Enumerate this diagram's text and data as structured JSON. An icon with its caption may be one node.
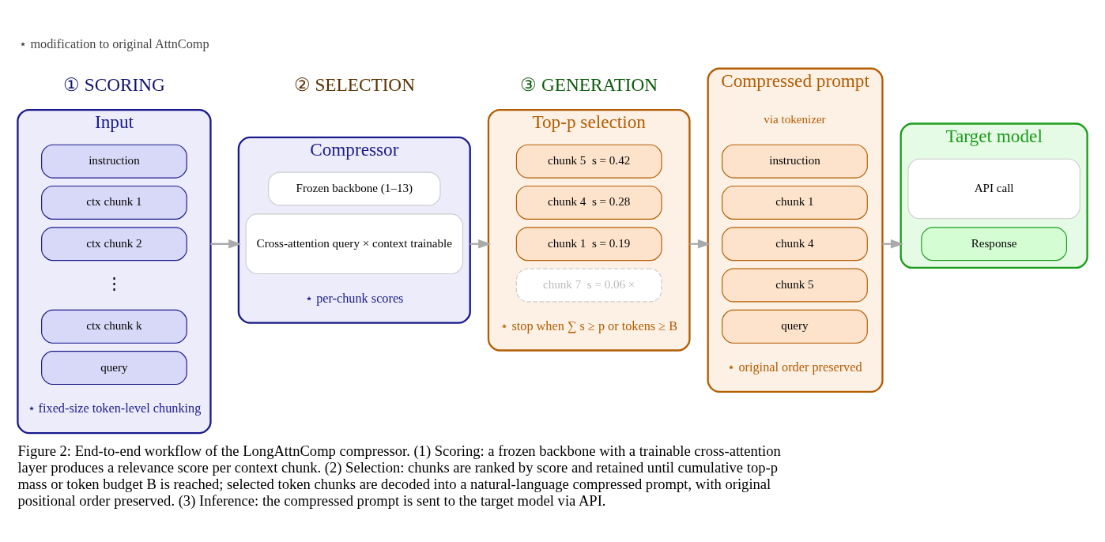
{
  "diagram": {
    "caption": "Figure 2: End-to-end workflow of the LongAttnComp compressor. (1) Scoring: a frozen backbone with a trainable cross-attention layer produces a relevance score per context chunk. (2) Selection: chunks are ranked by score and retained until cumulative top-p mass or token budget B is reached; selected token chunks are decoded into a natural-language compressed prompt, with original positional order preserved. (3) Inference: the compressed prompt is sent to the target model via API.",
    "nodes": [
      {
        "text": [
          "Input",
          "⋆ fixed-size token-level chunking"
        ]
      },
      {
        "text": [
          "instruction"
        ],
        "in": 0
      },
      {
        "text": [
          "ctx chunk 1"
        ],
        "in": 0
      },
      {
        "text": [
          "ctx chunk 2"
        ],
        "in": 0
      },
      {
        "text": [
          "ctx chunk k"
        ],
        "in": 0
      },
      {
        "text": [
          "query"
        ],
        "in": 0
      },
      {
        "text": [
          "Compressor",
          "⋆ per-chunk scores"
        ]
      },
      {
        "text": [
          "Frozen backbone (1–13)"
        ],
        "in": 6
      },
      {
        "text": [
          "Cross-attention query × context trainable"
        ],
        "in": 6
      },
      {
        "text": [
          "Top-p selection",
          "⋆ stop when ∑ s ≥ p or tokens ≥ B"
        ]
      },
      {
        "text": [
          "chunk 5  s = 0.42"
        ],
        "in": 9
      },
      {
        "text": [
          "chunk 4  s = 0.28"
        ],
        "in": 9
      },
      {
        "text": [
          "chunk 1  s = 0.19"
        ],
        "in": 9
      },
      {
        "text": [
          "chunk 7  s = 0.06 ×"
        ],
        "in": 9
      },
      {
        "text": [
          "Compressed prompt",
          "via tokenizer",
          "⋆ original order preserved"
        ]
      },
      {
        "text": [
          "instruction"
        ],
        "in": 14
      },
      {
        "text": [
          "chunk 1"
        ],
        "in": 14
      },
      {
        "text": [
          "chunk 4"
        ],
        "in": 14
      },
      {
        "text": [
          "chunk 5"
        ],
        "in": 14
      },
      {
        "text": [
          "query"
        ],
        "in": 14
      },
      {
        "text": [
          "Target model"
        ]
      },
      {
        "text": [
          "API call"
        ],
        "in": 20
      },
      {
        "text": [
          "Response"
        ],
        "in": 20
      }
    ],
    "edges": [
      {
        "from": 0,
        "to": 6,
        "arrow": "to"
      },
      {
        "from": 6,
        "to": 9,
        "arrow": "to"
      },
      {
        "from": 9,
        "to": 14,
        "arrow": "to"
      },
      {
        "from": 14,
        "to": 20,
        "arrow": "to"
      }
    ],
    "labels": [
      "① SCORING",
      "② SELECTION",
      "③ GENERATION",
      "⋮",
      "⋆ modification to original AttnComp"
    ]
  }
}
